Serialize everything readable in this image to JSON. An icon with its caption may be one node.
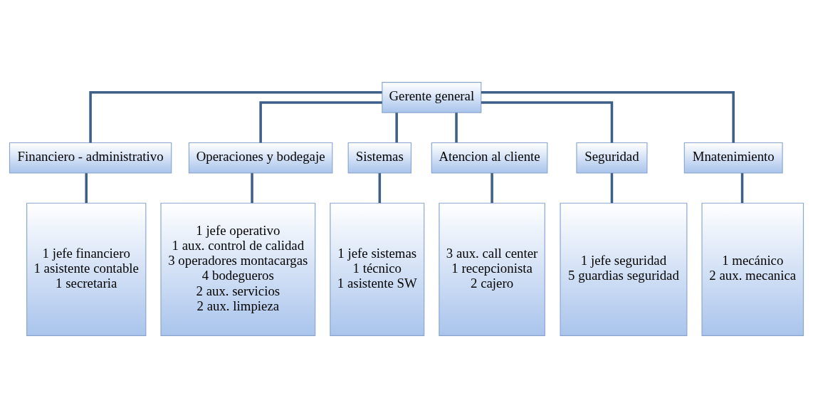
{
  "diagram": {
    "nodes": [
      {
        "text": [
          "Gerente general"
        ]
      },
      {
        "text": [
          "Financiero - administrativo"
        ]
      },
      {
        "text": [
          "Operaciones y bodegaje"
        ]
      },
      {
        "text": [
          "Sistemas"
        ]
      },
      {
        "text": [
          "Atencion al cliente"
        ]
      },
      {
        "text": [
          "Seguridad"
        ]
      },
      {
        "text": [
          "Mnatenimiento"
        ]
      },
      {
        "text": [
          "1 jefe financiero",
          "1 asistente contable",
          "1 secretaria"
        ]
      },
      {
        "text": [
          "1 jefe operativo",
          "1 aux. control de calidad",
          "3 operadores montacargas",
          "4 bodegueros",
          "2 aux. servicios",
          "2 aux. limpieza"
        ]
      },
      {
        "text": [
          "1 jefe sistemas",
          "1 técnico",
          "1 asistente SW"
        ]
      },
      {
        "text": [
          "3 aux. call center",
          "1 recepcionista",
          "2 cajero"
        ]
      },
      {
        "text": [
          "1 jefe seguridad",
          "5 guardias seguridad"
        ]
      },
      {
        "text": [
          "1 mecánico",
          "2 aux. mecanica"
        ]
      }
    ],
    "edges": [
      {
        "from": 0,
        "to": 1,
        "arrow": "none"
      },
      {
        "from": 0,
        "to": 2,
        "arrow": "none"
      },
      {
        "from": 0,
        "to": 3,
        "arrow": "none"
      },
      {
        "from": 0,
        "to": 4,
        "arrow": "none"
      },
      {
        "from": 0,
        "to": 5,
        "arrow": "none"
      },
      {
        "from": 0,
        "to": 6,
        "arrow": "none"
      },
      {
        "from": 1,
        "to": 7,
        "arrow": "none"
      },
      {
        "from": 2,
        "to": 8,
        "arrow": "none"
      },
      {
        "from": 3,
        "to": 9,
        "arrow": "none"
      },
      {
        "from": 4,
        "to": 10,
        "arrow": "none"
      },
      {
        "from": 5,
        "to": 11,
        "arrow": "none"
      },
      {
        "from": 6,
        "to": 12,
        "arrow": "none"
      }
    ]
  }
}
